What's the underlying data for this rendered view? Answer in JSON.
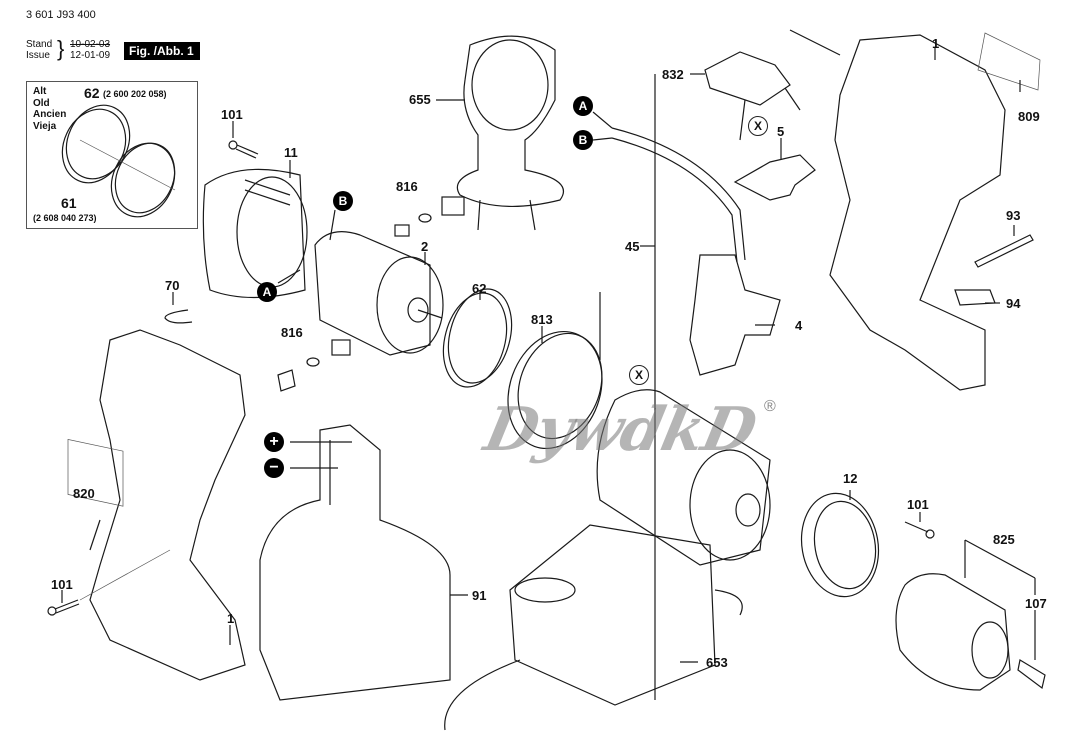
{
  "header": {
    "part_number": "3 601 J93 400",
    "stand_label": "Stand",
    "issue_label": "Issue",
    "date_struck": "10-02-03",
    "date_current": "12-01-09",
    "figure_badge": "Fig. /Abb. 1"
  },
  "inset": {
    "words": [
      "Alt",
      "Old",
      "Ancien",
      "Vieja"
    ],
    "part_62": {
      "ref": "62",
      "number": "(2 600 202 058)"
    },
    "part_61": {
      "ref": "61",
      "number": "(2 608 040 273)"
    }
  },
  "connectors": {
    "A": "A",
    "B": "B",
    "X": "X",
    "plus": "+",
    "minus": "−"
  },
  "watermark": {
    "text": "DywdkD",
    "registered": "®"
  },
  "callouts": {
    "c101_top": "101",
    "c11": "11",
    "c655": "655",
    "c816_top": "816",
    "c2": "2",
    "c70": "70",
    "c816_bottom": "816",
    "c62": "62",
    "c813": "813",
    "c832": "832",
    "c45": "45",
    "c5": "5",
    "c4": "4",
    "c1_top": "1",
    "c809": "809",
    "c93": "93",
    "c94": "94",
    "c820": "820",
    "c101_left": "101",
    "c1_bottom": "1",
    "c91": "91",
    "c653": "653",
    "c12": "12",
    "c101_right": "101",
    "c825": "825",
    "c107": "107"
  }
}
